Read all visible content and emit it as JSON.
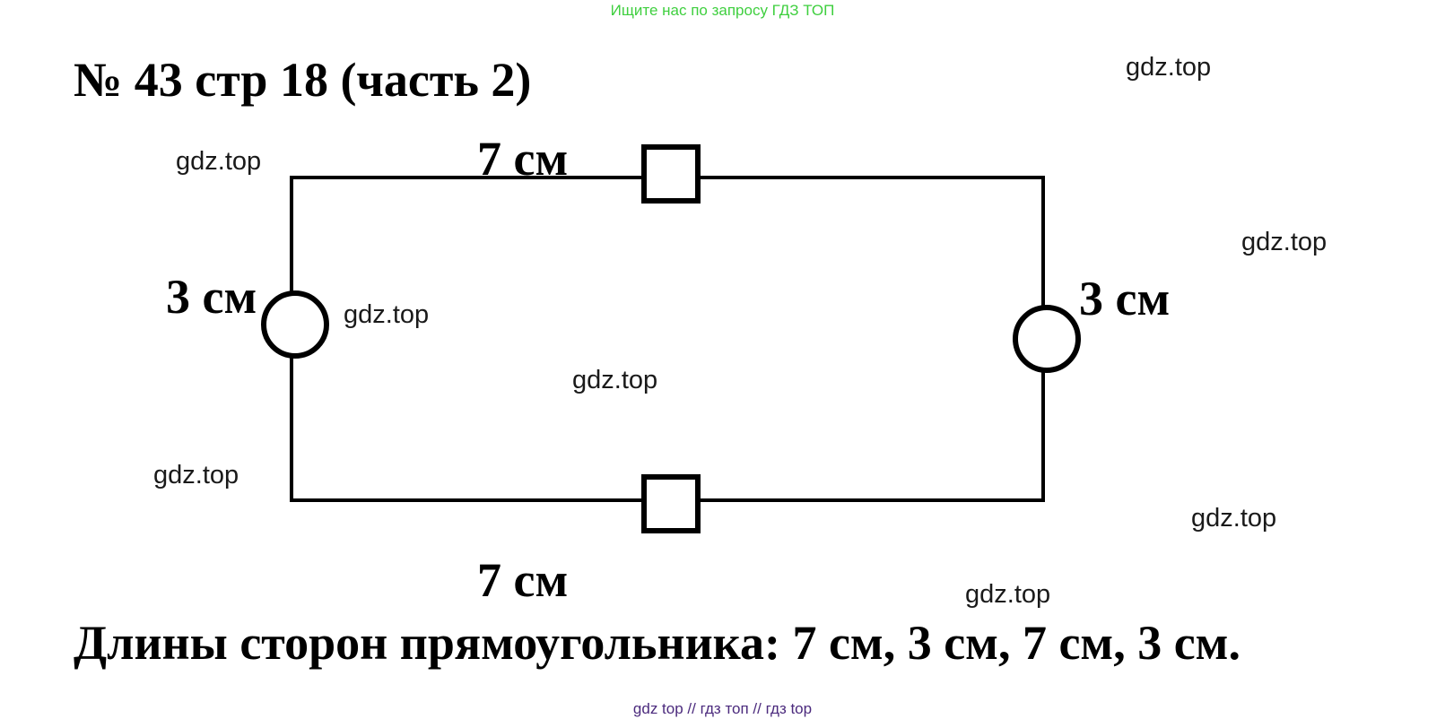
{
  "banner": {
    "text": "Ищите нас по запросу ГДЗ ТОП",
    "color": "#3fcf3f"
  },
  "title": "№ 43 стр 18 (часть 2)",
  "watermark": "gdz.top",
  "diagram": {
    "side_top": "7 см",
    "side_bottom": "7 см",
    "side_left": "3 см",
    "side_right": "3 см"
  },
  "answer": "Длины сторон прямоугольника: 7 см, 3 см, 7 см, 3 см.",
  "footer": {
    "text": "gdz top  //  гдз топ  //  гдз top",
    "color": "#4b2a7d"
  }
}
